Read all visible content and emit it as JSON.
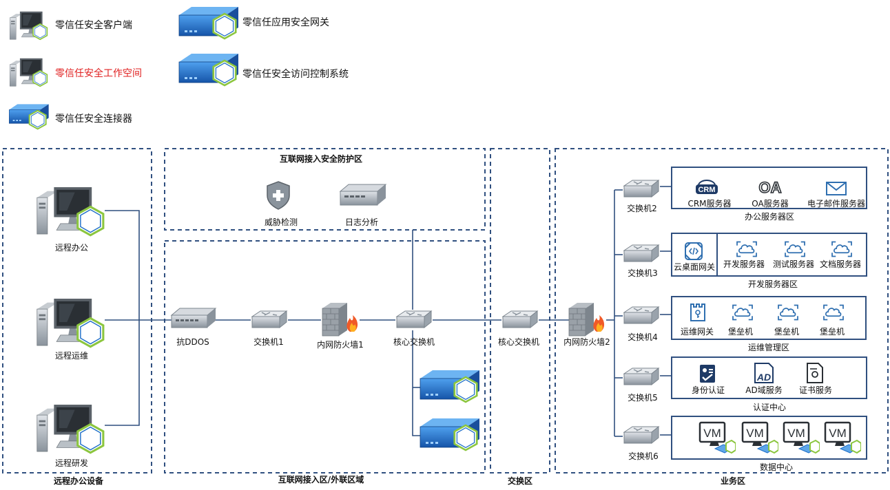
{
  "legend": {
    "client": "零信任安全客户端",
    "workspace": "零信任安全工作空间",
    "connector": "零信任安全连接器",
    "gateway": "零信任应用安全网关",
    "access_control": "零信任安全访问控制系统"
  },
  "zones": {
    "remote": "远程办公设备",
    "security": "互联网接入安全防护区",
    "internet": "互联网接入区/外联区域",
    "exchange": "交换区",
    "business": "业务区"
  },
  "remote_devices": {
    "office": "远程办公",
    "ops": "远程运维",
    "dev": "远程研发"
  },
  "security_zone": {
    "threat": "威胁检测",
    "log": "日志分析"
  },
  "internet_zone": {
    "ddos": "抗DDOS",
    "switch1": "交换机1",
    "firewall1": "内网防火墙1",
    "core1": "核心交换机"
  },
  "exchange_zone": {
    "core2": "核心交换机"
  },
  "business_zone": {
    "firewall2": "内网防火墙2",
    "switch2": "交换机2",
    "switch3": "交换机3",
    "switch4": "交换机4",
    "switch5": "交换机5",
    "switch6": "交换机6",
    "office_servers": {
      "caption": "办公服务器区",
      "crm_logo": "CRM",
      "crm": "CRM服务器",
      "oa_logo": "OA",
      "oa": "OA服务器",
      "mail": "电子邮件服务器"
    },
    "dev_servers": {
      "caption": "开发服务器区",
      "desktop_gw": "云桌面网关",
      "dev": "开发服务器",
      "test": "测试服务器",
      "doc": "文档服务器"
    },
    "ops_mgmt": {
      "caption": "运维管理区",
      "ops_gw": "运维网关",
      "bastion1": "堡垒机",
      "bastion2": "堡垒机",
      "bastion3": "堡垒机"
    },
    "auth_center": {
      "caption": "认证中心",
      "identity": "身份认证",
      "ad_logo": "AD",
      "ad": "AD域服务",
      "cert": "证书服务"
    },
    "data_center": {
      "caption": "数据中心",
      "vm_label": "VM"
    }
  },
  "colors": {
    "line": "#2f4f7f",
    "zone_border": "#2f4f7f",
    "accent_red": "#e02020",
    "device_blue": "#1f6fc8",
    "hex_green": "#8cc63f"
  },
  "icons": [
    "pc-user-icon",
    "pc-lock-icon",
    "connector-icon",
    "gateway-icon",
    "access-control-icon",
    "shield-plus-icon",
    "switch-icon",
    "firewall-icon",
    "cloud-icon",
    "mail-icon",
    "tower-icon",
    "id-card-icon",
    "certificate-icon",
    "vm-icon"
  ]
}
